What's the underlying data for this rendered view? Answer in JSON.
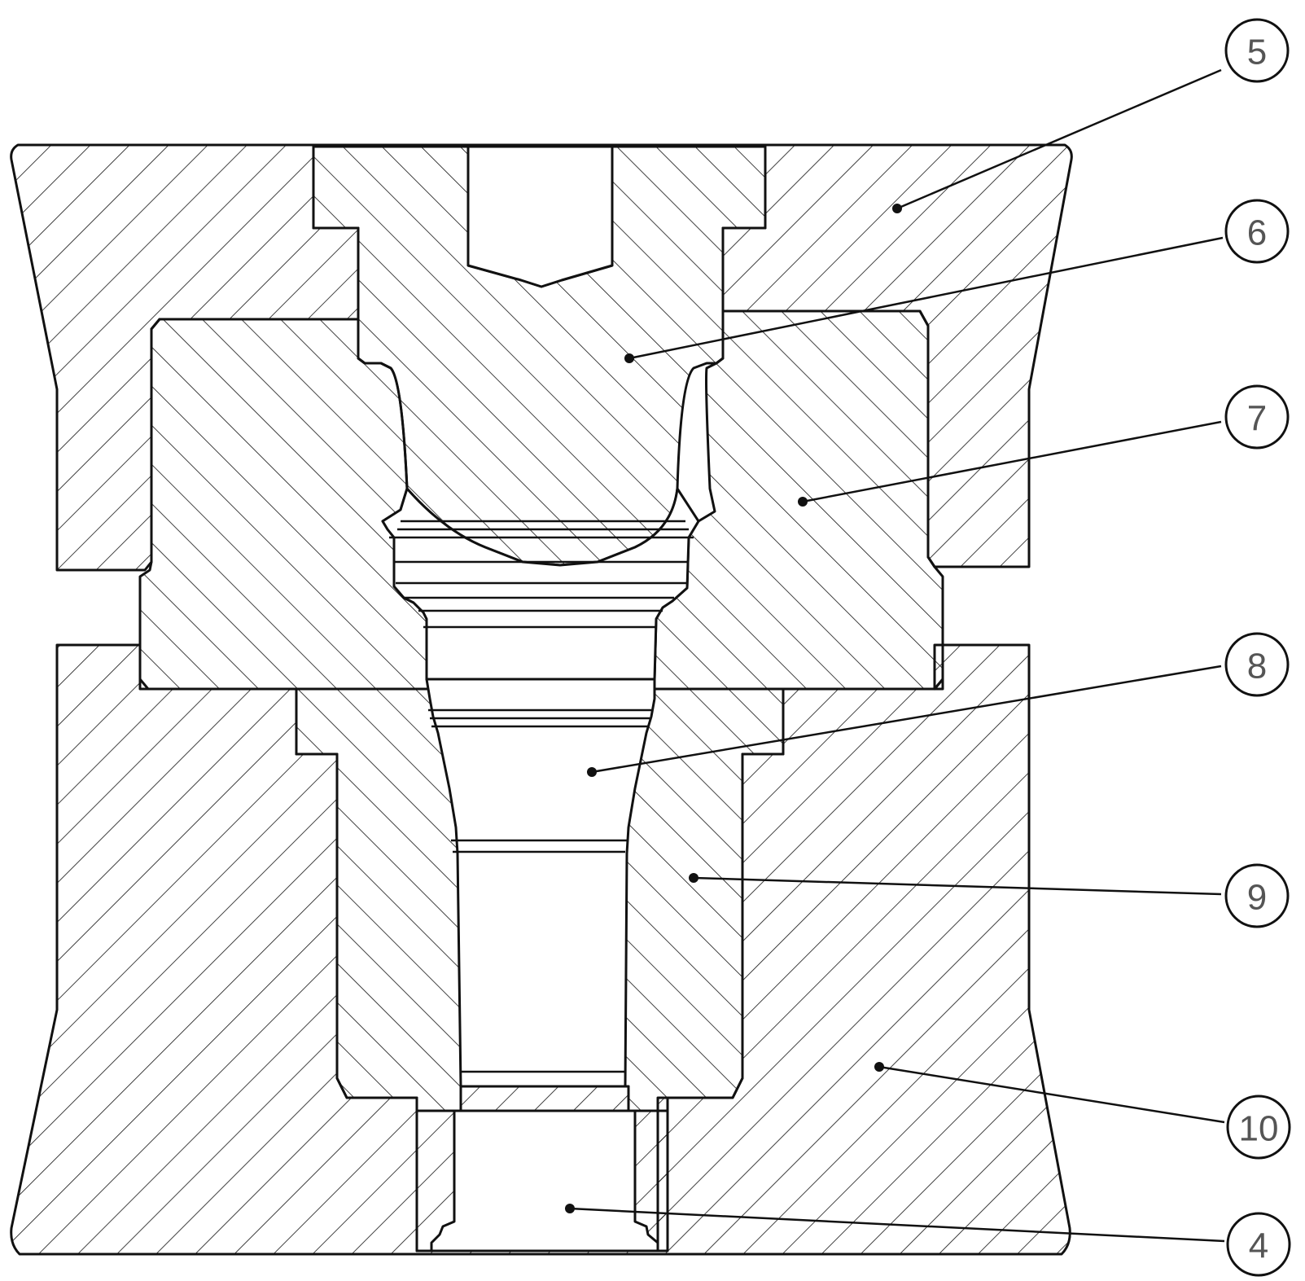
{
  "drawing": {
    "type": "mechanical cross-section",
    "line_color": "#111111",
    "background": "#ffffff"
  },
  "callouts": [
    {
      "id": "5",
      "label": "5"
    },
    {
      "id": "6",
      "label": "6"
    },
    {
      "id": "7",
      "label": "7"
    },
    {
      "id": "8",
      "label": "8"
    },
    {
      "id": "9",
      "label": "9"
    },
    {
      "id": "10",
      "label": "10"
    },
    {
      "id": "4",
      "label": "4"
    }
  ]
}
